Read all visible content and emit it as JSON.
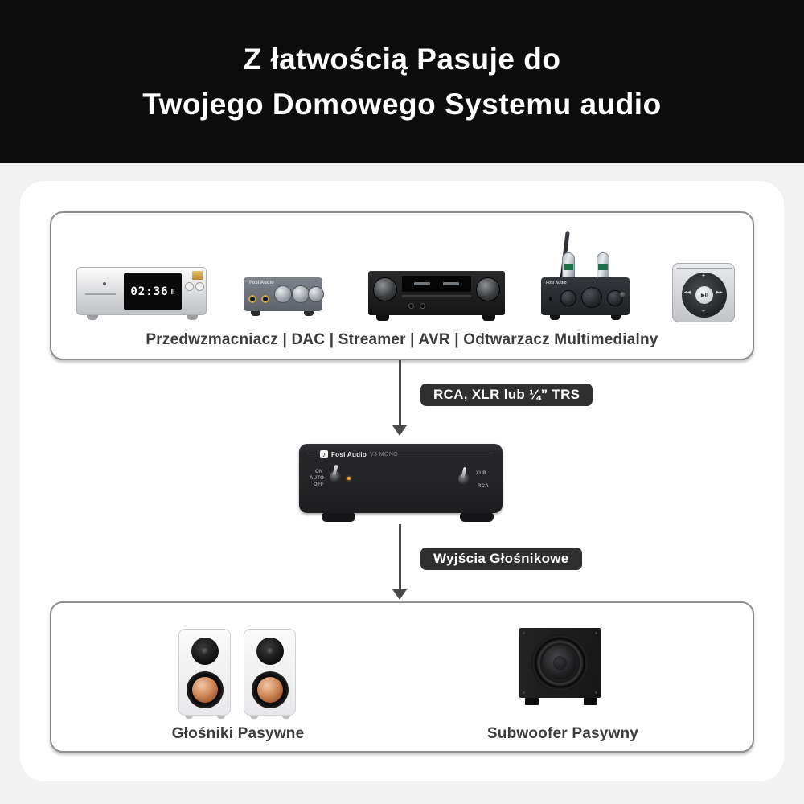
{
  "header": {
    "line1": "Z łatwością Pasuje do",
    "line2": "Twojego Domowego Systemu audio"
  },
  "sources_box": {
    "caption": "Przedwzmacniacz | DAC | Streamer | AVR | Odtwarzacz Multimedialny",
    "devices": {
      "media_player": {
        "time": "02:36",
        "pause": "II"
      },
      "dac": {
        "brand": "Fosi Audio"
      },
      "tube_amp": {
        "brand": "Fosi Audio"
      },
      "ipod": {
        "play_pause": "▶II",
        "plus": "+",
        "minus": "–",
        "prev": "◀◀",
        "next": "▶▶"
      }
    }
  },
  "connection_labels": {
    "input": "RCA, XLR lub ¼” TRS",
    "output": "Wyjścia Głośnikowe"
  },
  "amplifier": {
    "logo_mark": "♪",
    "brand": "Fosi Audio",
    "model": "V3 MONO",
    "power_switch": [
      "ON",
      "AUTO",
      "OFF"
    ],
    "input_switch": [
      "XLR",
      "RCA"
    ]
  },
  "speakers_box": {
    "left_caption": "Głośniki Pasywne",
    "right_caption": "Subwoofer Pasywny"
  },
  "colors": {
    "header_bg": "#0c0c0c",
    "page_bg": "#f2f2f2",
    "card_bg": "#ffffff",
    "box_border": "#8f8f8f",
    "label_bg": "#2f2f2f",
    "label_text": "#ffffff",
    "caption_text": "#3c3c3c",
    "arrow": "#4a4a4a",
    "speaker_cone_copper": "#c4774a",
    "led_orange": "#ffa51e"
  }
}
